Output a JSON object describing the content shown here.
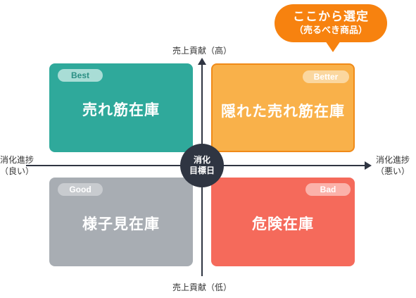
{
  "callout": {
    "main": "ここから選定",
    "sub": "（売るべき商品）"
  },
  "axes": {
    "top_label": "売上貢献（高）",
    "bottom_label": "売上貢献（低）",
    "left_label_line1": "消化進捗",
    "left_label_line2": "（良い）",
    "right_label_line1": "消化進捗",
    "right_label_line2": "（悪い）"
  },
  "center": {
    "line1": "消化",
    "line2": "目標日"
  },
  "quadrants": {
    "top_left": {
      "badge": "Best",
      "label": "売れ筋在庫"
    },
    "top_right": {
      "badge": "Better",
      "label": "隠れた売れ筋在庫"
    },
    "bottom_left": {
      "badge": "Good",
      "label": "様子見在庫"
    },
    "bottom_right": {
      "badge": "Bad",
      "label": "危険在庫"
    }
  },
  "colors": {
    "best": "#2fa99b",
    "better": "#f9b14a",
    "good": "#a8adb3",
    "bad": "#f56a5b",
    "callout": "#f7820f",
    "axis": "#2f3542"
  }
}
